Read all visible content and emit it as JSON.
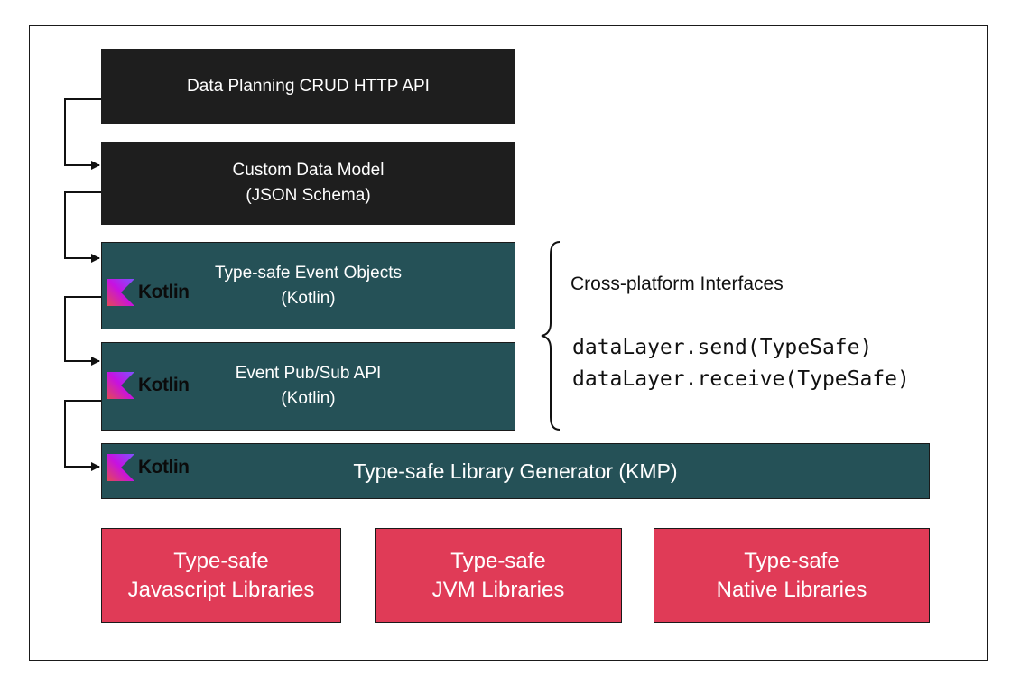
{
  "layers": [
    {
      "lines": [
        "Data Planning CRUD HTTP API"
      ]
    },
    {
      "lines": [
        "Custom Data Model",
        "(JSON Schema)"
      ]
    },
    {
      "lines": [
        "Type-safe Event Objects",
        "(Kotlin)"
      ],
      "badge": "Kotlin"
    },
    {
      "lines": [
        "Event Pub/Sub API",
        "(Kotlin)"
      ],
      "badge": "Kotlin"
    },
    {
      "lines": [
        "Type-safe Library Generator (KMP)"
      ],
      "badge": "Kotlin"
    }
  ],
  "libraries": [
    {
      "lines": [
        "Type-safe",
        "Javascript Libraries"
      ]
    },
    {
      "lines": [
        "Type-safe",
        "JVM Libraries"
      ]
    },
    {
      "lines": [
        "Type-safe",
        "Native Libraries"
      ]
    }
  ],
  "interfaces": {
    "title": "Cross-platform Interfaces",
    "code": [
      "dataLayer.send(TypeSafe)",
      "dataLayer.receive(TypeSafe)"
    ]
  },
  "colors": {
    "dark": "#1e1e1e",
    "teal": "#255157",
    "red": "#e03b57",
    "kotlin_gradient": [
      "#e44857",
      "#c711e1",
      "#7f52ff"
    ]
  }
}
